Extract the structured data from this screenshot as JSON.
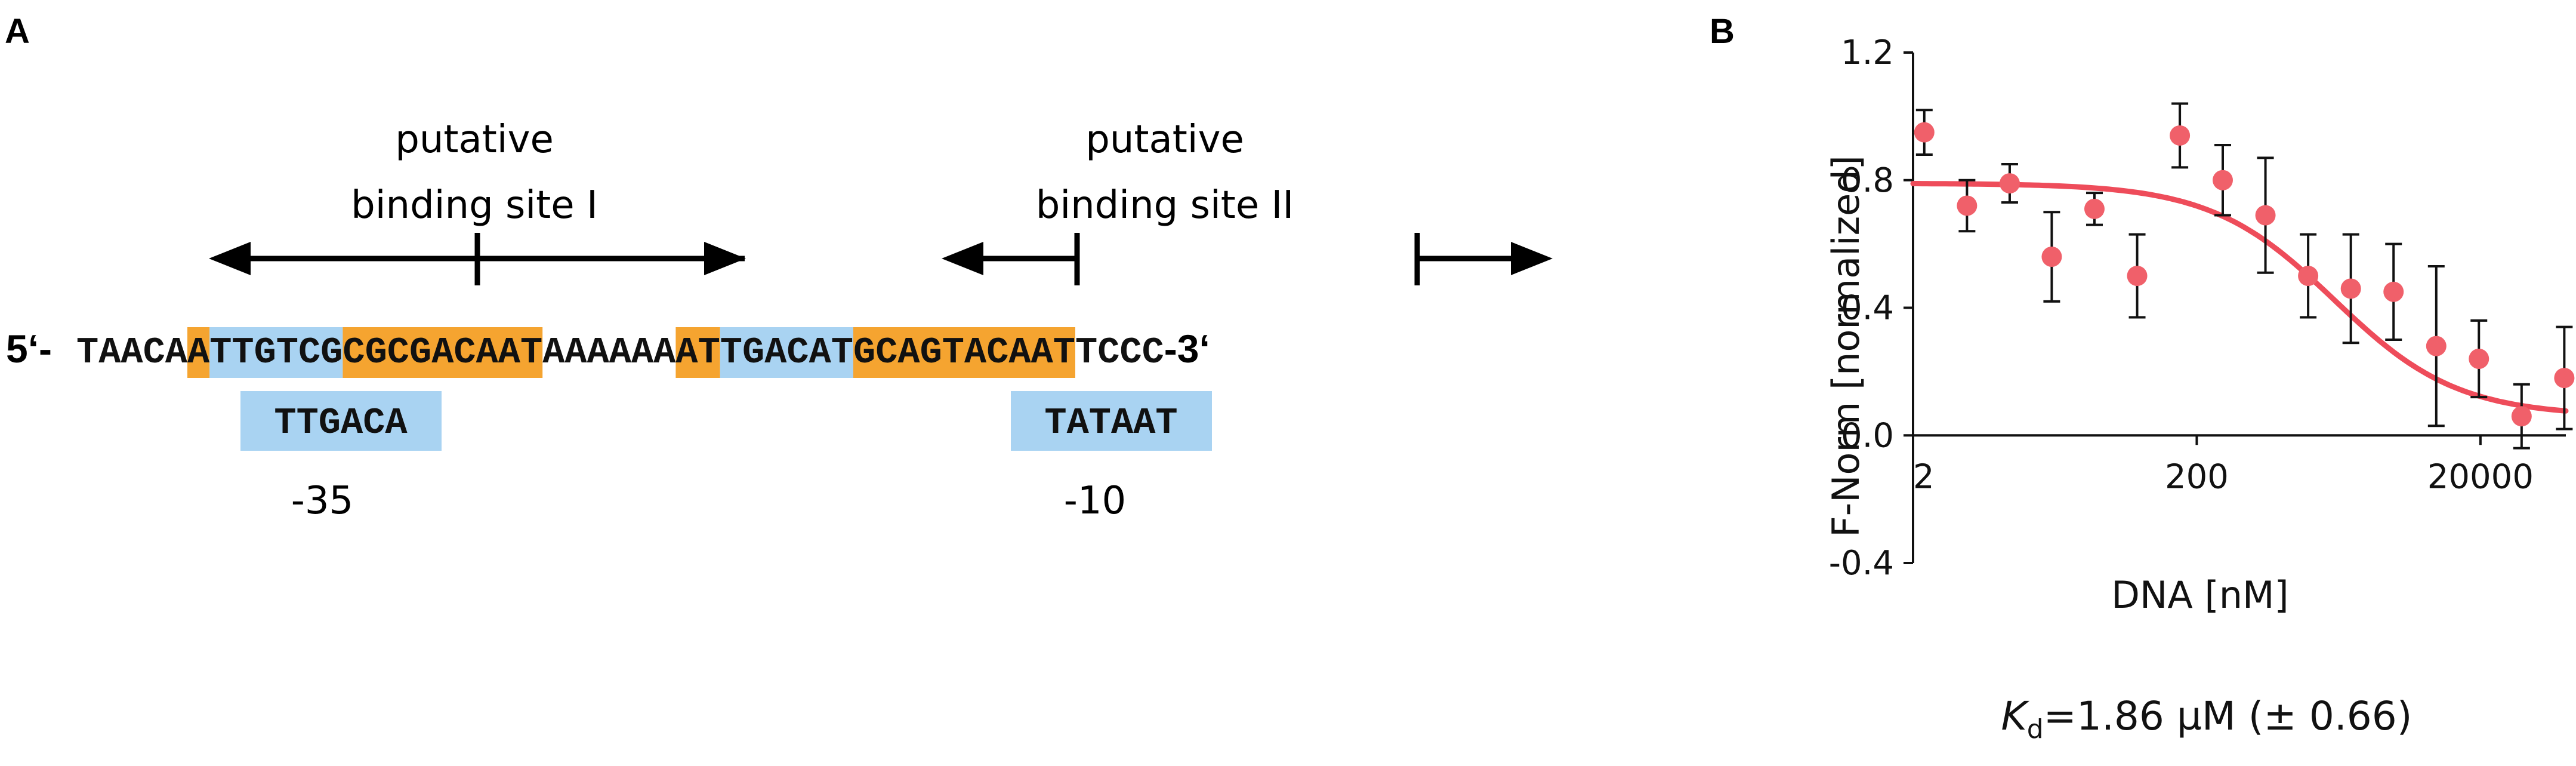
{
  "panel_a": {
    "letter": "A",
    "prime5": "5‘-",
    "prime3": "-3‘",
    "segments": [
      {
        "text": "TAACA",
        "bg": "none"
      },
      {
        "text": "A",
        "bg": "orange"
      },
      {
        "text": "TTGTCG",
        "bg": "blue"
      },
      {
        "text": "CGCGACAAT",
        "bg": "orange"
      },
      {
        "text": "AAAAAA",
        "bg": "none"
      },
      {
        "text": "AT",
        "bg": "orange"
      },
      {
        "text": "TGACAT",
        "bg": "blue"
      },
      {
        "text": "GCAGTACAAT",
        "bg": "orange"
      },
      {
        "text": "TCCC",
        "bg": "none"
      }
    ],
    "site1_line1": "putative",
    "site1_line2": "binding site I",
    "site2_line1": "putative",
    "site2_line2": "binding site II",
    "box35": "TTGACA",
    "box10": "TATAAT",
    "label35": "-35",
    "label10": "-10",
    "colors": {
      "orange": "#F5A430",
      "blue": "#A9D3F2"
    }
  },
  "panel_b": {
    "letter": "B",
    "kd_symbol": "K",
    "kd_sub": "d",
    "kd_value": "=1.86 µM (± 0.66)"
  },
  "chart_data": {
    "type": "scatter",
    "xlabel": "DNA [nM]",
    "ylabel": "F-Norm [normalized]",
    "x_scale": "log",
    "xlim": [
      2,
      80000
    ],
    "ylim": [
      -0.4,
      1.2
    ],
    "x_ticks": [
      2,
      200,
      20000
    ],
    "x_tick_labels": [
      "2",
      "200",
      "20000"
    ],
    "y_ticks": [
      -0.4,
      0.0,
      0.4,
      0.8,
      1.2
    ],
    "y_tick_labels": [
      "-0.4",
      "0.0",
      "0.4",
      "0.8",
      "1.2"
    ],
    "points": [
      {
        "x": 2.4,
        "y": 0.95,
        "err": 0.07
      },
      {
        "x": 4.8,
        "y": 0.72,
        "err": 0.08
      },
      {
        "x": 9.6,
        "y": 0.79,
        "err": 0.06
      },
      {
        "x": 19,
        "y": 0.56,
        "err": 0.14
      },
      {
        "x": 38,
        "y": 0.71,
        "err": 0.05
      },
      {
        "x": 76,
        "y": 0.5,
        "err": 0.13
      },
      {
        "x": 152,
        "y": 0.94,
        "err": 0.1
      },
      {
        "x": 305,
        "y": 0.8,
        "err": 0.11
      },
      {
        "x": 610,
        "y": 0.69,
        "err": 0.18
      },
      {
        "x": 1220,
        "y": 0.5,
        "err": 0.13
      },
      {
        "x": 2440,
        "y": 0.46,
        "err": 0.17
      },
      {
        "x": 4880,
        "y": 0.45,
        "err": 0.15
      },
      {
        "x": 9760,
        "y": 0.28,
        "err": 0.25
      },
      {
        "x": 19500,
        "y": 0.24,
        "err": 0.12
      },
      {
        "x": 39000,
        "y": 0.06,
        "err": 0.1
      },
      {
        "x": 78000,
        "y": 0.18,
        "err": 0.16
      }
    ],
    "fit": {
      "top": 0.79,
      "bottom": 0.06,
      "kd_nM": 1860
    },
    "colors": {
      "points": "#F0606A",
      "fit": "#EE4C5A",
      "error_bars": "#111111"
    }
  }
}
